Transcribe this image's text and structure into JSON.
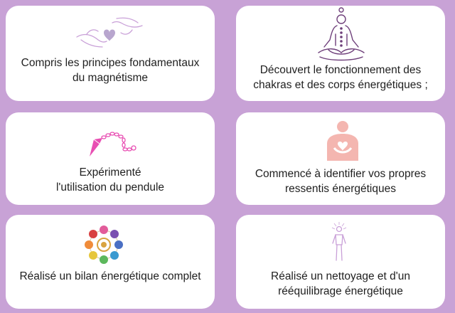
{
  "cards": [
    {
      "text": "Compris les principes fondamentaux\ndu magnétisme",
      "icon": "hands-heart-icon",
      "color": "#c9a0d8"
    },
    {
      "text": "Découvert le fonctionnement des\nchakras et des corps énergétiques ;",
      "icon": "meditation-chakra-icon",
      "color": "#7a4a86"
    },
    {
      "text": "Expérimenté\nl'utilisation du pendule",
      "icon": "pendulum-icon",
      "color": "#e84fb3"
    },
    {
      "text": "Commencé à identifier vos propres\nressentis énergétiques",
      "icon": "self-love-hug-icon",
      "color": "#f4b6b0"
    },
    {
      "text": "Réalisé un bilan énergétique complet",
      "icon": "chakra-wheel-icon",
      "color": "#d9a441"
    },
    {
      "text": "Réalisé un nettoyage et d'un\nrééquilibrage énergétique",
      "icon": "energy-body-icon",
      "color": "#c9a0d8"
    }
  ]
}
